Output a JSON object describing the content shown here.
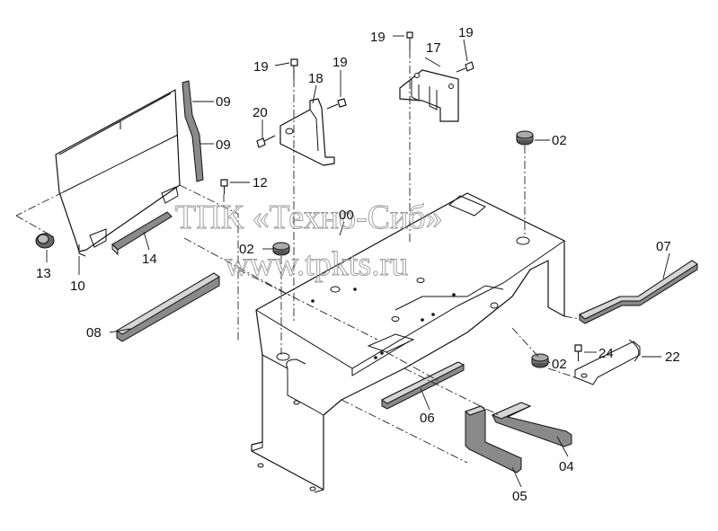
{
  "watermark": {
    "line1": "ТПК «Техно-Сиб»",
    "line2": "www.tpkts.ru"
  },
  "callouts": {
    "c00": "00",
    "c02a": "02",
    "c02b": "02",
    "c02c": "02",
    "c04": "04",
    "c05": "05",
    "c06": "06",
    "c07": "07",
    "c08": "08",
    "c09a": "09",
    "c09b": "09",
    "c10": "10",
    "c12": "12",
    "c13": "13",
    "c14": "14",
    "c17": "17",
    "c18": "18",
    "c19a": "19",
    "c19b": "19",
    "c19c": "19",
    "c19d": "19",
    "c20": "20",
    "c22": "22",
    "c24": "24"
  }
}
